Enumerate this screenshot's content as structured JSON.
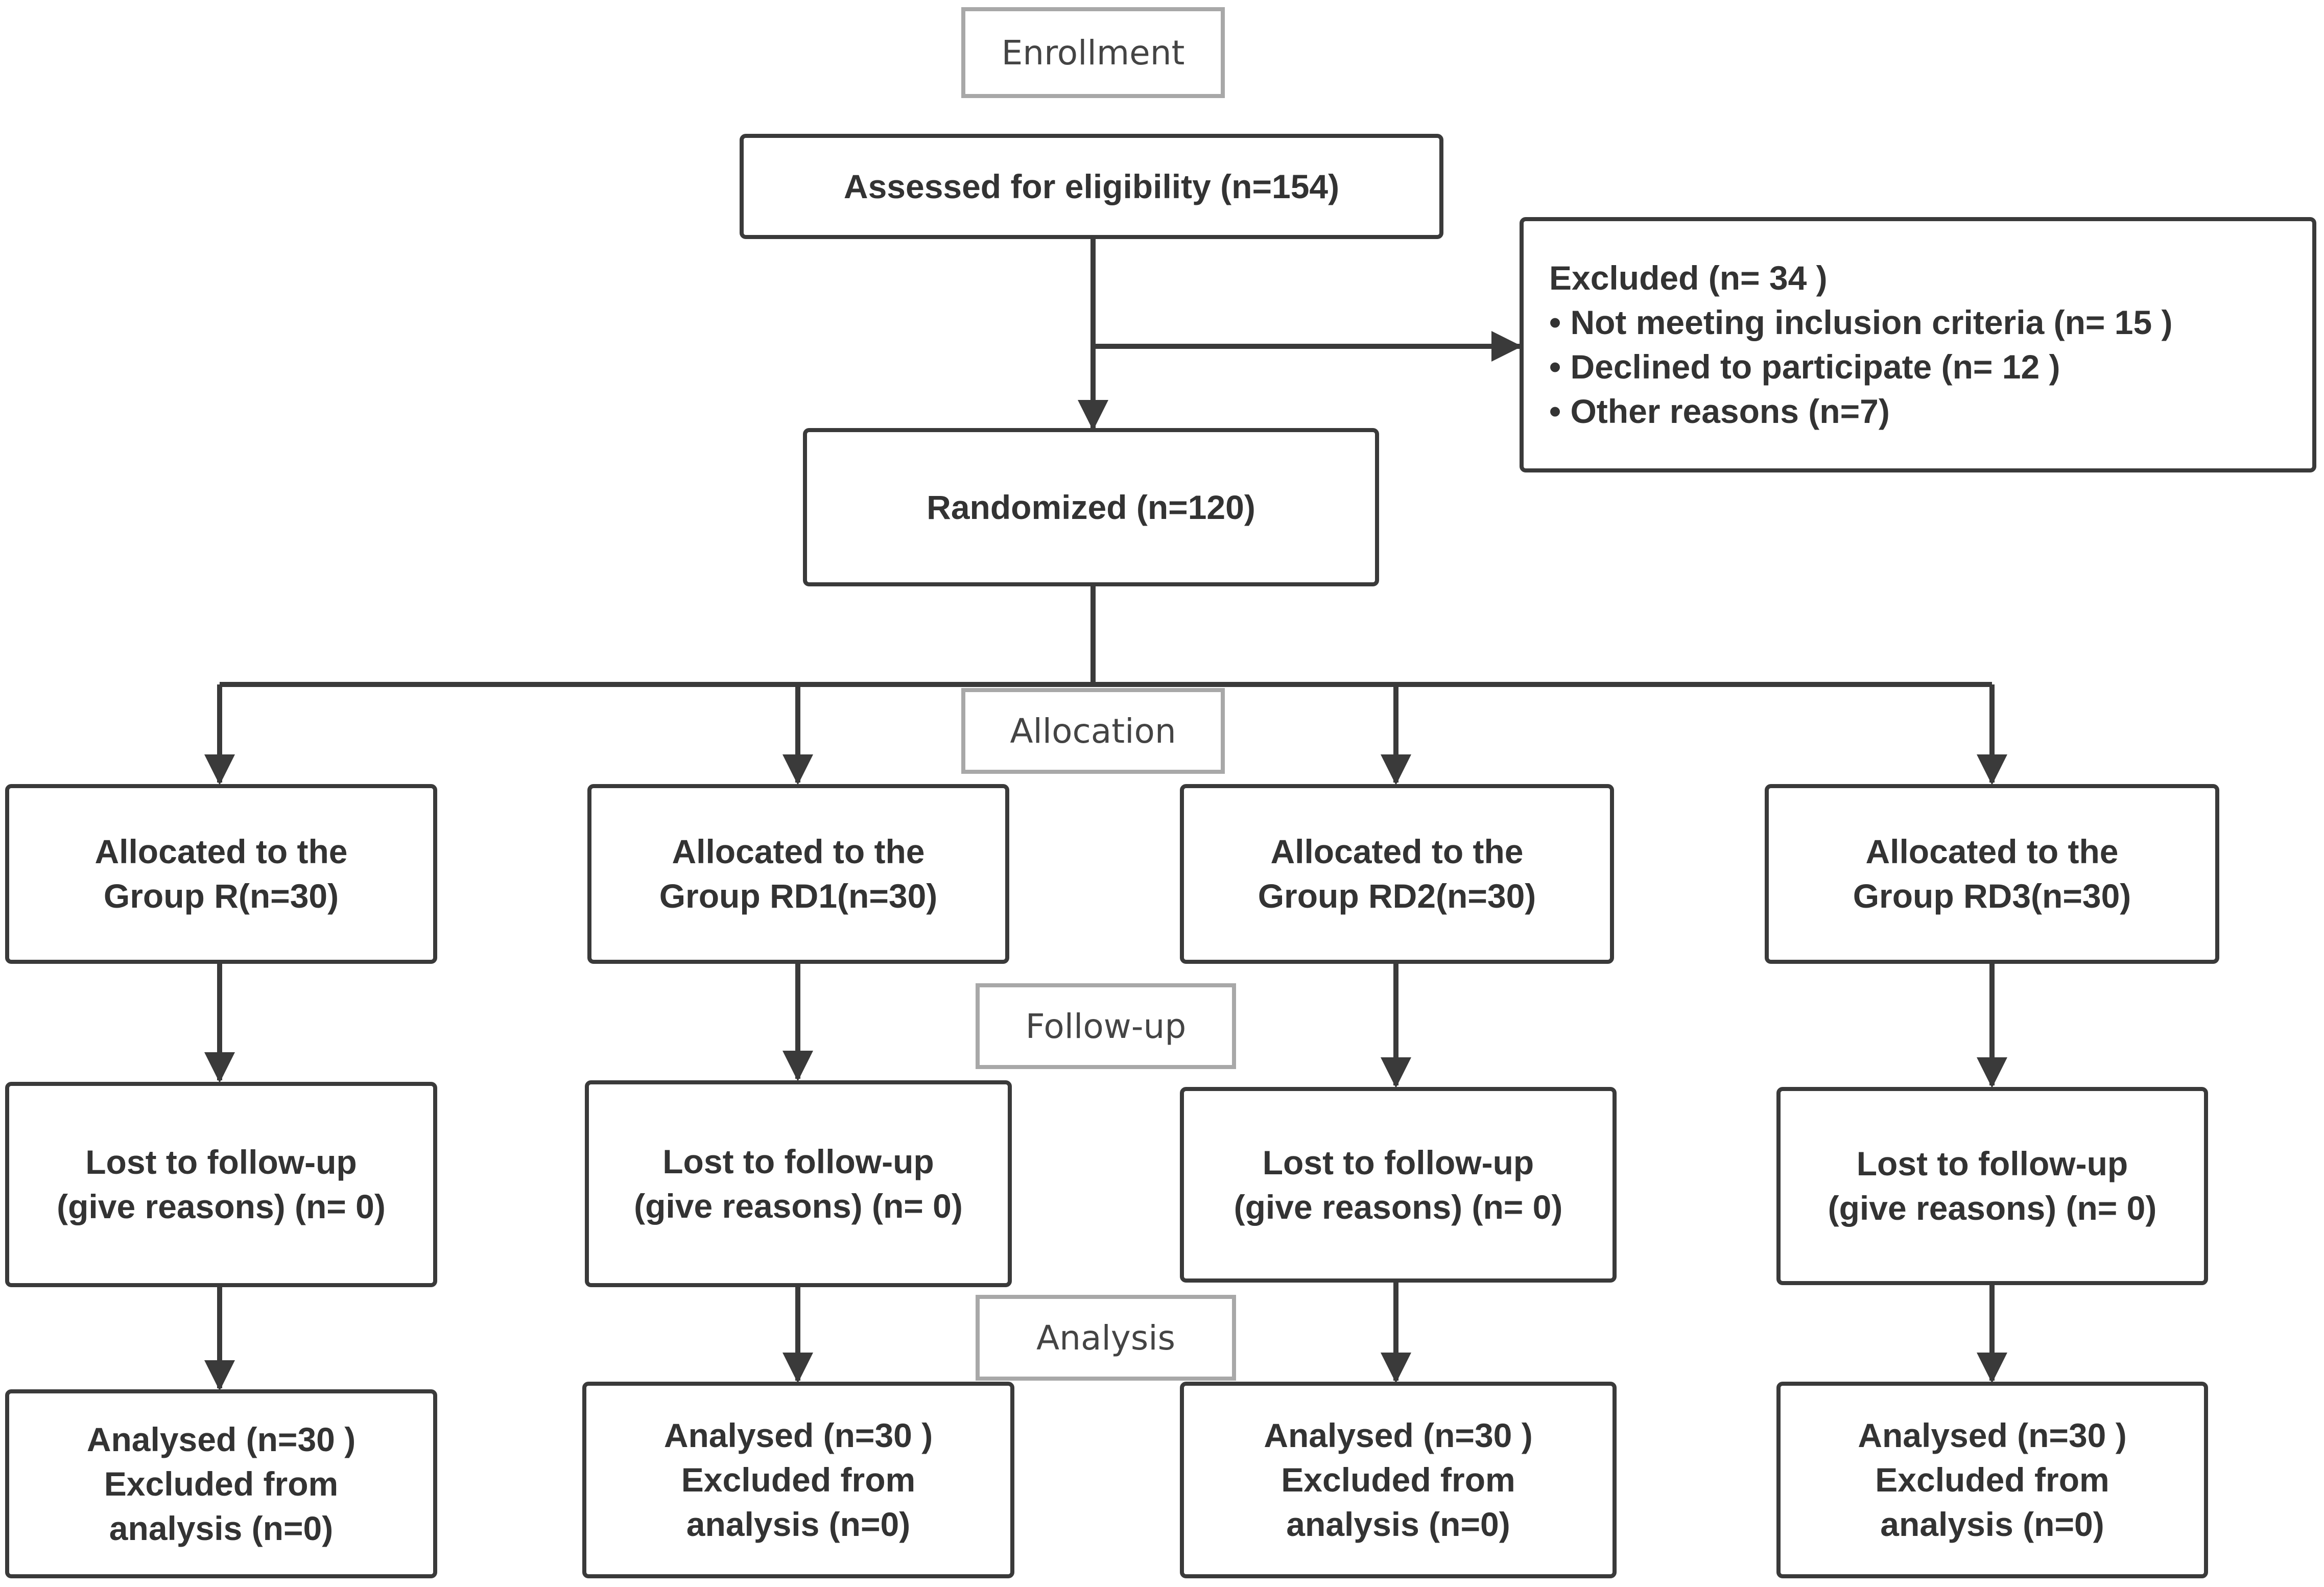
{
  "stages": {
    "enrollment": "Enrollment",
    "allocation": "Allocation",
    "follow_up": "Follow-up",
    "analysis": "Analysis"
  },
  "assessed": "Assessed for eligibility (n=154)",
  "excluded": {
    "title": "Excluded (n= 34 )",
    "items": [
      "• Not meeting inclusion criteria (n= 15 )",
      "• Declined to participate (n= 12 )",
      "• Other reasons (n=7)"
    ]
  },
  "randomized": "Randomized (n=120)",
  "groups": [
    {
      "allocated": [
        "Allocated to the",
        "Group R(n=30)"
      ],
      "lost": [
        "Lost to follow-up",
        "(give reasons) (n= 0)"
      ],
      "analysed": [
        "Analysed (n=30 )",
        "Excluded from",
        "analysis (n=0)"
      ]
    },
    {
      "allocated": [
        "Allocated to the",
        "Group RD1(n=30)"
      ],
      "lost": [
        "Lost to follow-up",
        "(give reasons) (n= 0)"
      ],
      "analysed": [
        "Analysed (n=30 )",
        "Excluded from",
        "analysis (n=0)"
      ]
    },
    {
      "allocated": [
        "Allocated to the",
        "Group RD2(n=30)"
      ],
      "lost": [
        "Lost to follow-up",
        "(give reasons) (n= 0)"
      ],
      "analysed": [
        "Analysed (n=30 )",
        "Excluded from",
        "analysis (n=0)"
      ]
    },
    {
      "allocated": [
        "Allocated to the",
        "Group RD3(n=30)"
      ],
      "lost": [
        "Lost to follow-up",
        "(give reasons) (n= 0)"
      ],
      "analysed": [
        "Analysed (n=30 )",
        "Excluded from",
        "analysis (n=0)"
      ]
    }
  ],
  "colors": {
    "box_border": "#3a3a3a",
    "stage_border": "#a8a8a8",
    "arrow": "#3a3a3a",
    "text": "#333333"
  }
}
